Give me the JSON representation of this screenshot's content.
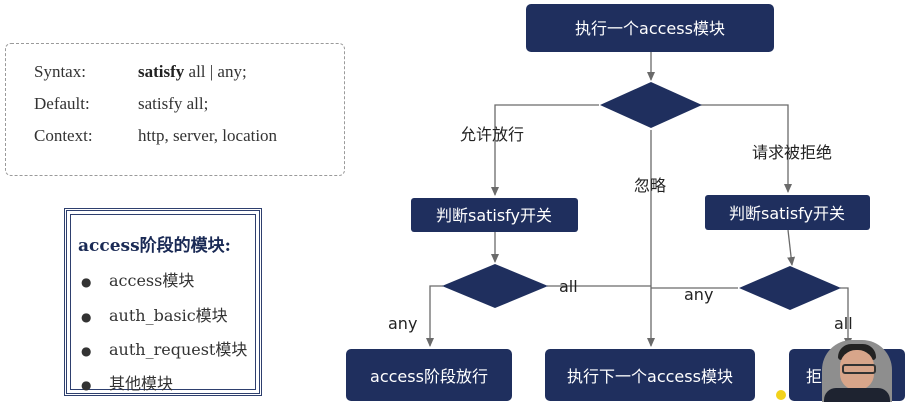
{
  "syntax": {
    "rows": [
      {
        "key": "Syntax:",
        "bold": "satisfy",
        "value": " all | any;"
      },
      {
        "key": "Default:",
        "value": "satisfy all;"
      },
      {
        "key": "Context:",
        "value": "http, server, location"
      }
    ]
  },
  "modules": {
    "title": "access阶段的模块:",
    "items": [
      "access模块",
      "auth_basic模块",
      "auth_request模块",
      "其他模块"
    ]
  },
  "flow": {
    "nodes": {
      "start": "执行一个access模块",
      "judge_left": "判断satisfy开关",
      "judge_right": "判断satisfy开关",
      "out_pass": "access阶段放行",
      "out_next": "执行下一个access模块",
      "out_reject": "拒"
    },
    "labels": {
      "allow": "允许放行",
      "ignore": "忽略",
      "denied": "请求被拒绝",
      "left_any": "any",
      "left_all": "all",
      "right_any": "any",
      "right_all": "all"
    },
    "colors": {
      "node_fill": "#1f2f5e",
      "edge": "#6a6a6a"
    }
  }
}
